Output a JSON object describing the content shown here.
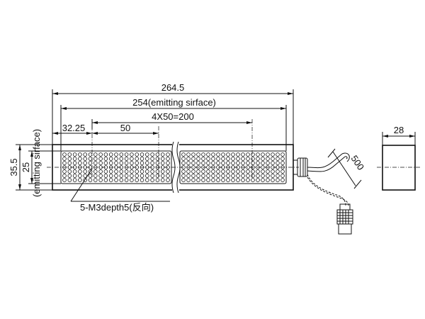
{
  "drawing": {
    "dimensions": {
      "overall_length": "264.5",
      "emitting_length": "254(emitting sirface)",
      "hole_pitch": "4X50=200",
      "edge_offset": "32.25",
      "pitch": "50",
      "overall_height": "35.5",
      "emitting_height": "25",
      "emitting_height_note": "(emitting sirface)",
      "side_width": "28",
      "cable_length": "500"
    },
    "callout": {
      "mounting_holes": "5-M3depth5(反向)"
    },
    "led_grid": {
      "rows": 7,
      "columns_per_segment": 21
    }
  }
}
